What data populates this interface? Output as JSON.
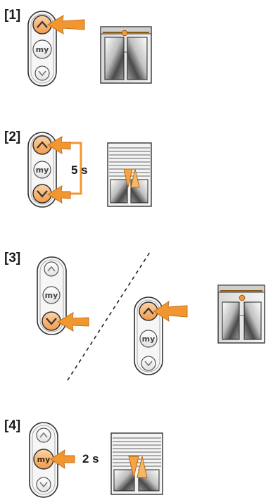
{
  "steps": [
    {
      "label": "[1]",
      "duration": ""
    },
    {
      "label": "[2]",
      "duration": "5 s"
    },
    {
      "label": "[3]",
      "duration": ""
    },
    {
      "label": "[4]",
      "duration": "2 s"
    }
  ],
  "remote": {
    "up_icon": "chevron-up-icon",
    "my_label": "my",
    "down_icon": "chevron-down-icon"
  },
  "colors": {
    "highlight": "#f7a45c",
    "highlight_light": "#fbd3a8",
    "arrow": "#f2962f",
    "outline": "#333333"
  }
}
